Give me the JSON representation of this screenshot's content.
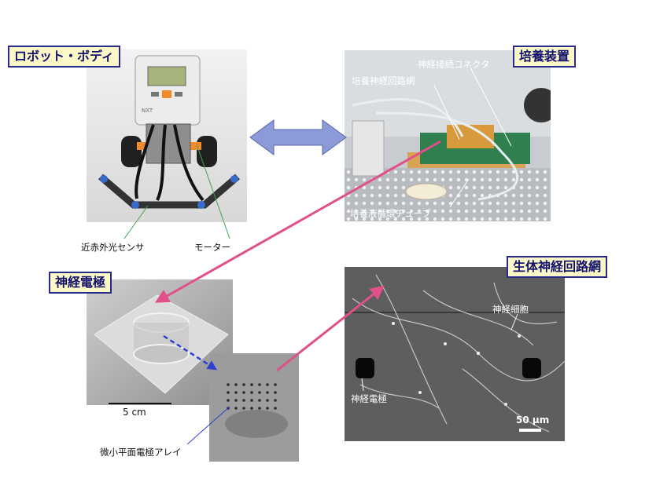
{
  "labels": {
    "robot_body": "ロボット・ボディ",
    "culture_device": "培養装置",
    "neural_electrode": "神経電極",
    "living_network": "生体神経回路網",
    "nir_sensor": "近赤外光センサ",
    "motor": "モーター",
    "connector": "神経接続コネクタ",
    "cultured_network": "培養神経回路網",
    "medium_tube": "培養液循環チューブ",
    "scale_5cm": "5 cm",
    "micro_electrode_array": "微小平面電極アレイ",
    "neuron_cell": "神経細胞",
    "electrode_in_image": "神経電極",
    "scale_50um": "50 μm"
  },
  "colors": {
    "tag_border": "#2a2a8a",
    "tag_fill": "#fbf7c6",
    "tag_text": "#12126e",
    "pink_arrow": "#e0508a",
    "double_arrow": "#8c9bd8",
    "dashed_arrow": "#2f3fd0"
  }
}
